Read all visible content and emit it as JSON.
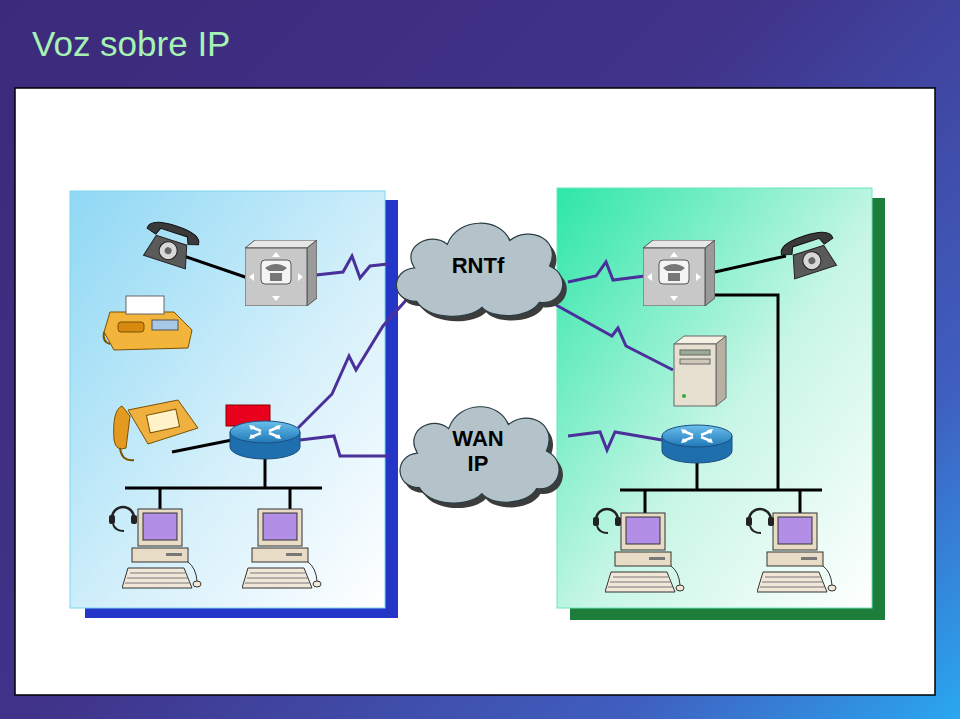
{
  "diagram": {
    "title": "Voz sobre IP",
    "nodes": [
      {
        "text": [
          "RNTf"
        ]
      },
      {
        "text": [
          "WAN IP"
        ]
      }
    ]
  }
}
